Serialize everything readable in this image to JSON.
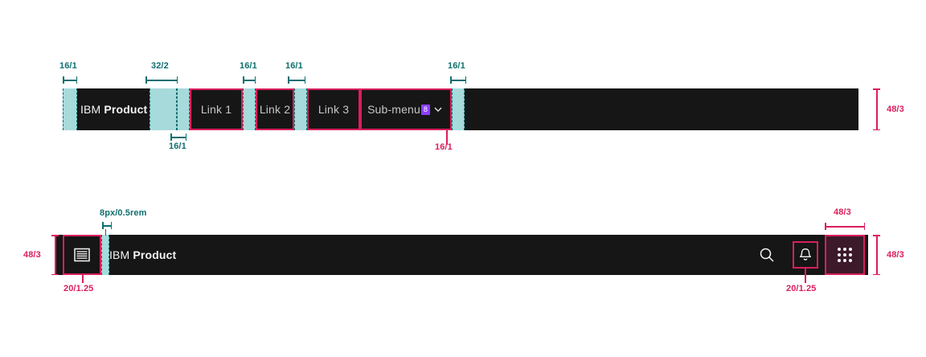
{
  "meta": {
    "title": "IBM Carbon UI Shell spec annotations",
    "colors": {
      "nav_background": "#161616",
      "annotation_teal": "#0f6f70",
      "spacer_teal": "#a7dadb",
      "annotation_pink": "#da1e5b",
      "badge_purple": "#8a3ffc",
      "text_primary": "#f4f4f4",
      "text_secondary": "#c6c6c6",
      "app_switcher_bg": "#3d1a2a"
    }
  },
  "top_nav": {
    "brand": {
      "prefix": "IBM",
      "name": "Product"
    },
    "links": [
      {
        "label": "Link 1"
      },
      {
        "label": "Link 2"
      },
      {
        "label": "Link 3"
      }
    ],
    "submenu": {
      "label": "Sub-menu",
      "badge": "8",
      "chevron": "chevron-down-icon"
    },
    "annotations": {
      "brand_left_pad": "16/1",
      "brand_right_pad": "32/2",
      "link_gap_a": "16/1",
      "link_gap_b": "16/1",
      "submenu_right": "16/1",
      "brand_bottom": "16/1",
      "submenu_bottom": "16/1",
      "height": "48/3"
    }
  },
  "bottom_nav": {
    "brand": {
      "prefix": "IBM",
      "name": "Product"
    },
    "menu_button": "hamburger-menu-icon",
    "actions": [
      {
        "name": "search-icon"
      },
      {
        "name": "notification-bell-icon"
      },
      {
        "name": "app-switcher-grid-icon"
      }
    ],
    "annotations": {
      "brand_left_pad": "8px/0.5rem",
      "menu_button_height": "48/3",
      "menu_button_size": "20/1.25",
      "bell_size": "20/1.25",
      "switcher_width": "48/3",
      "switcher_height": "48/3"
    }
  }
}
